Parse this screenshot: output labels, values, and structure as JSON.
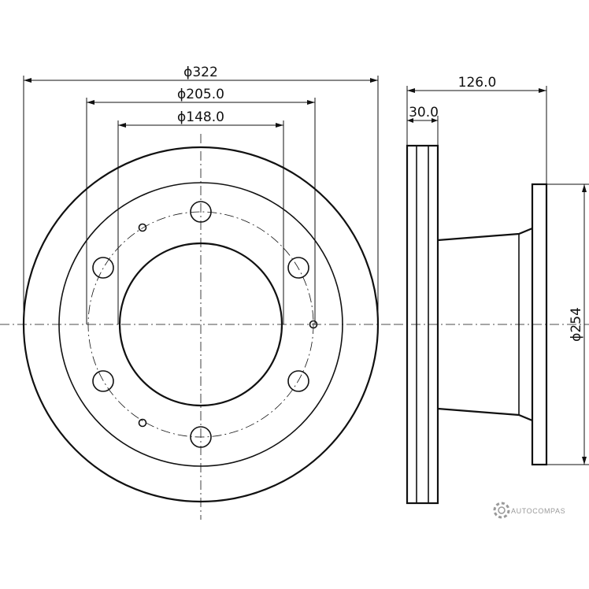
{
  "dimensions": {
    "outer_diameter": "ϕ322",
    "bolt_circle": "ϕ205.0",
    "center_bore": "ϕ148.0",
    "overall_height": "126.0",
    "disc_thickness": "30.0",
    "hat_diameter": "ϕ254"
  },
  "watermark": {
    "text": "AUTOCOMPAS",
    "icon": "gear-icon"
  },
  "colors": {
    "line": "#111111",
    "watermark": "#9a9a9a"
  }
}
